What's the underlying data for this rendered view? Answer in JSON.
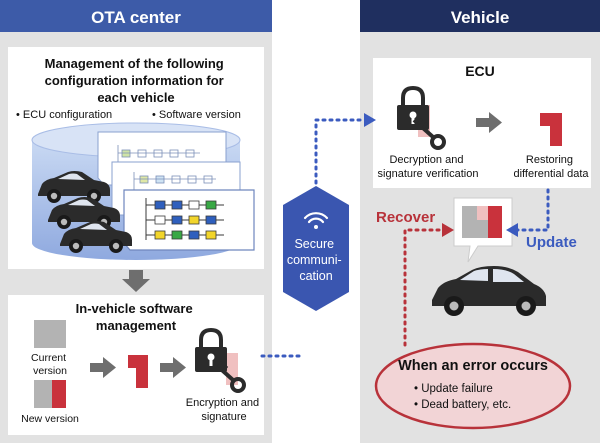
{
  "ota_center": {
    "header": "OTA center",
    "management_title": [
      "Management of the following",
      "configuration information for",
      "each vehicle"
    ],
    "bullet_ecu": "• ECU configuration",
    "bullet_software": "• Software version",
    "invsm_title": [
      "In-vehicle software",
      "management"
    ],
    "current_version": [
      "Current",
      "version"
    ],
    "new_version": "New version",
    "encryption": [
      "Encryption and",
      "signature"
    ]
  },
  "secure": [
    "Secure",
    "communi-",
    "cation"
  ],
  "vehicle": {
    "header": "Vehicle",
    "ecu_title": "ECU",
    "decryption": [
      "Decryption and",
      "signature verification"
    ],
    "restoring": [
      "Restoring",
      "differential data"
    ],
    "recover": "Recover",
    "update": "Update",
    "error_title": "When an error occurs",
    "error_items": [
      "•  Update failure",
      "•  Dead battery, etc."
    ]
  },
  "colors": {
    "header_blue": "#3d5ba8",
    "header_navy": "#1f2f5f",
    "panel_gray": "#e2e2e2",
    "dotted_blue": "#3b5bbf",
    "dotted_red": "#b8323a",
    "hexagon_blue": "#3a56b0",
    "error_fill": "#f2d4d6",
    "error_stroke": "#b8323a",
    "diff_red": "#c9323c",
    "diff_pink": "#f0c0c0"
  },
  "icons": [
    "database-icon",
    "car-icon",
    "lock-icon",
    "key-icon",
    "wifi-icon",
    "arrow-icon",
    "file-icon"
  ]
}
